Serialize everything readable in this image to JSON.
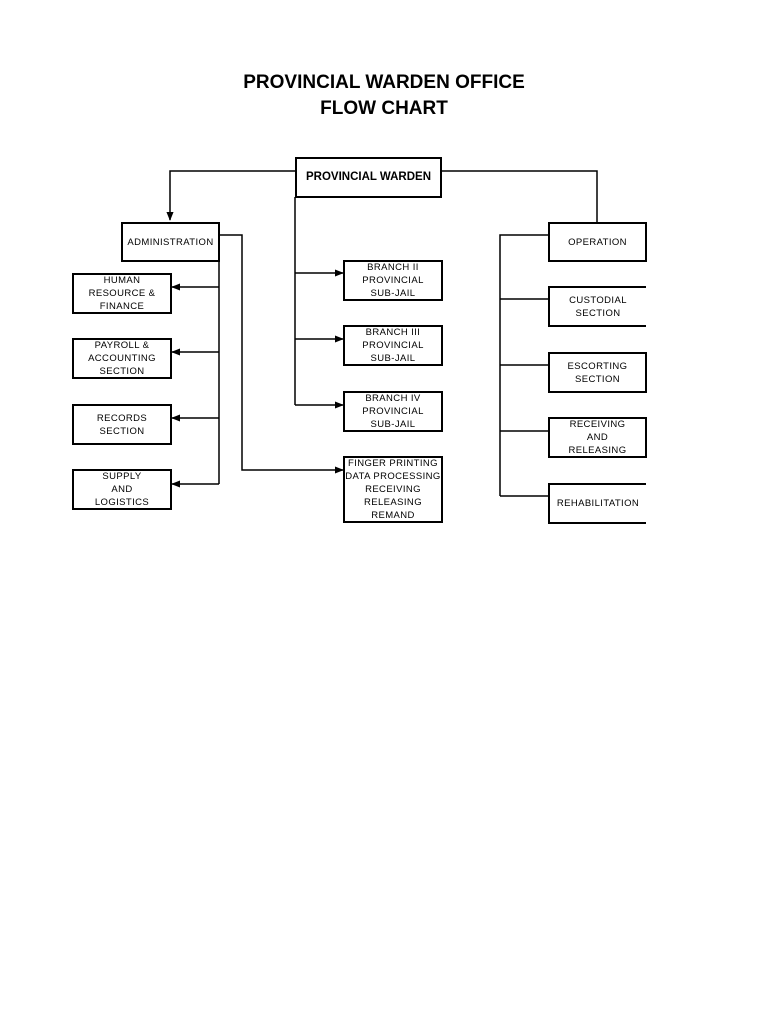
{
  "title": {
    "line1": "PROVINCIAL WARDEN OFFICE",
    "line2": "FLOW CHART"
  },
  "nodes": {
    "root": "PROVINCIAL WARDEN",
    "administration": "ADMINISTRATION",
    "operation": "OPERATION",
    "hr_finance": "HUMAN\nRESOURCE &\nFINANCE",
    "payroll": "PAYROLL &\nACCOUNTING\nSECTION",
    "records": "RECORDS\nSECTION",
    "supply": "SUPPLY\nAND\nLOGISTICS",
    "branch2": "BRANCH II\nPROVINCIAL\nSUB-JAIL",
    "branch3": "BRANCH III\nPROVINCIAL\nSUB-JAIL",
    "branch4": "BRANCH IV\nPROVINCIAL\nSUB-JAIL",
    "finger": "FINGER PRINTING\nDATA PROCESSING\nRECEIVING\nRELEASING\nREMAND",
    "custodial": "CUSTODIAL\nSECTION",
    "escorting": "ESCORTING\nSECTION",
    "receiving": "RECEIVING\nAND\nRELEASING",
    "rehab": "REHABILITATION"
  }
}
